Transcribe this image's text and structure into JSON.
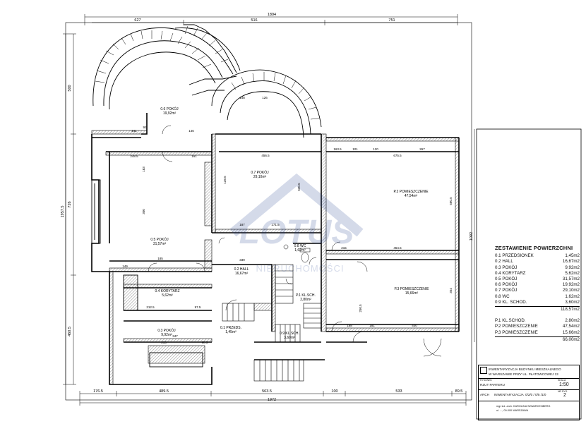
{
  "plan": {
    "overall_dims": {
      "top_total": "1894",
      "bottom_total": "1972"
    },
    "top_dims": [
      "627",
      "516",
      "751"
    ],
    "bottom_dims": [
      "176.5",
      "489.5",
      "563.5",
      "100",
      "533",
      "89.5"
    ],
    "left_dims": [
      "500",
      "726",
      "1957.5",
      "460.5"
    ],
    "right_dims": [
      "1092"
    ],
    "inner_dims": [
      "241",
      "92",
      "146",
      "248.5",
      "161",
      "456.5",
      "163.5",
      "101",
      "120",
      "675.5",
      "267",
      "149",
      "183",
      "185",
      "339",
      "212.5",
      "97.5",
      "347",
      "213",
      "98.5",
      "215",
      "454.5",
      "400",
      "300",
      "187",
      "171.5",
      "148",
      "126",
      "128.5",
      "530.5",
      "580.5",
      "250.5",
      "354",
      "188",
      "181"
    ],
    "rooms": [
      {
        "id": "0.1",
        "label": "0.1 PRZEDS.",
        "area": "1,45m²"
      },
      {
        "id": "0.2",
        "label": "0.2 HALL",
        "area": "16,67m²"
      },
      {
        "id": "0.3",
        "label": "0.3 POKÓJ",
        "area": "9,92m²"
      },
      {
        "id": "0.4",
        "label": "0.4 KORYTARZ",
        "area": "5,62m²"
      },
      {
        "id": "0.5",
        "label": "0.5 POKÓJ",
        "area": "31,57m²"
      },
      {
        "id": "0.6",
        "label": "0.6 POKÓJ",
        "area": "19,92m²"
      },
      {
        "id": "0.7",
        "label": "0.7 POKÓJ",
        "area": "29,10m²"
      },
      {
        "id": "0.8",
        "label": "0.8 WC",
        "area": "1,62m²"
      },
      {
        "id": "0.9",
        "label": "0.9 KL.SCH.",
        "area": "3,60m²"
      },
      {
        "id": "P.1",
        "label": "P.1 KL.SCH.",
        "area": "2,80m²"
      },
      {
        "id": "P.2",
        "label": "P.2 POMIESZCZENIE",
        "area": "47,54m²"
      },
      {
        "id": "P.3",
        "label": "P.3 POMIESZCZENIE",
        "area": "15,66m²"
      }
    ],
    "watermark": "LOTUS",
    "watermark_sub": "NIERUCHOMOŚCI"
  },
  "legend": {
    "title": "ZESTAWIENIE POWIERZCHNI",
    "items": [
      {
        "code": "0.1",
        "name": "PRZEDSIONEK",
        "area": "1,45m2"
      },
      {
        "code": "0.2",
        "name": "HALL",
        "area": "16,67m2"
      },
      {
        "code": "0.3",
        "name": "POKÓJ",
        "area": "9,92m2"
      },
      {
        "code": "0.4",
        "name": "KORYTARZ",
        "area": "5,62m2"
      },
      {
        "code": "0.5",
        "name": "POKÓJ",
        "area": "31,57m2"
      },
      {
        "code": "0.6",
        "name": "POKÓJ",
        "area": "19,92m2"
      },
      {
        "code": "0.7",
        "name": "POKÓJ",
        "area": "29,10m2"
      },
      {
        "code": "0.8",
        "name": "WC",
        "area": "1,62m2"
      },
      {
        "code": "0.9",
        "name": "KL. SCHOD.",
        "area": "3,60m2"
      }
    ],
    "subtotal": "118,57m2",
    "items2": [
      {
        "code": "P.1",
        "name": "KL.SCHOD.",
        "area": "2,80m2"
      },
      {
        "code": "P.2",
        "name": "POMIESZCZENIE",
        "area": "47,54m2"
      },
      {
        "code": "P.3",
        "name": "POMIESZCZENIE",
        "area": "15,66m2"
      }
    ],
    "subtotal2": "66,00m2"
  },
  "titleblock": {
    "line1": "INWENTARYZACJA BUDYNKU MIESZKALNEGO",
    "line2": "W WARSZAWIE PRZY UL. PŁATOWCOWEJ 13",
    "drawing_label": "RYSUNEK",
    "drawing": "RZUT PARTERU",
    "scale_label": "SKALA",
    "scale": "1:50",
    "sheet_label": "NR RYS.",
    "sheet": "2",
    "branch": "ARCH",
    "stage": "INWENTARYZACJA",
    "code": "0/2/0 / 0/5 /1/0",
    "footer1": "mgr inż. arch. KAROLINA SZWARCENBERG",
    "footer2": "ul. ..., 00-000 WARSZAWA"
  }
}
